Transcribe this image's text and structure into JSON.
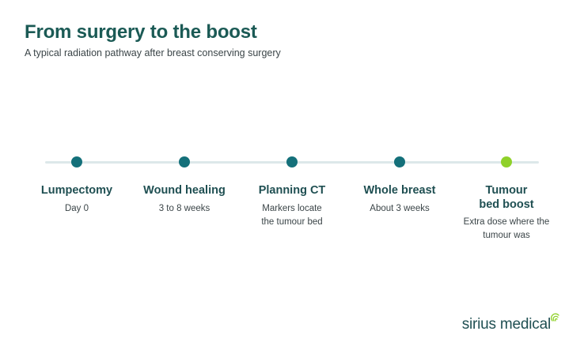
{
  "header": {
    "title": "From surgery to the boost",
    "subtitle": "A typical radiation pathway after breast conserving surgery"
  },
  "colors": {
    "title": "#1b5a55",
    "node": "#14707a",
    "node_accent": "#8fd12a",
    "track": "#dde8ea"
  },
  "steps": [
    {
      "title": "Lumpectomy",
      "desc": "Day 0"
    },
    {
      "title": "Wound healing",
      "desc": "3 to 8 weeks"
    },
    {
      "title": "Planning CT",
      "desc": "Markers locate the tumour bed"
    },
    {
      "title": "Whole breast",
      "desc": "About 3 weeks"
    },
    {
      "title": "Tumour bed boost",
      "desc": "Extra dose where the tumour was"
    }
  ],
  "footer": {
    "logo_text": "sirius medical",
    "logo_icon": "fingerprint-wave-icon"
  }
}
